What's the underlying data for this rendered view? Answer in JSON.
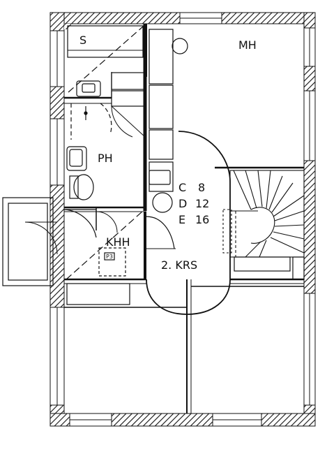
{
  "floor_label": "2. KRS",
  "rooms": {
    "storage": "S",
    "master_bedroom": "MH",
    "bathroom": "PH",
    "utility": "KHH"
  },
  "unit_codes": [
    {
      "code": "C",
      "value": "8"
    },
    {
      "code": "D",
      "value": "12"
    },
    {
      "code": "E",
      "value": "16"
    }
  ],
  "fixture_mark": "P3"
}
